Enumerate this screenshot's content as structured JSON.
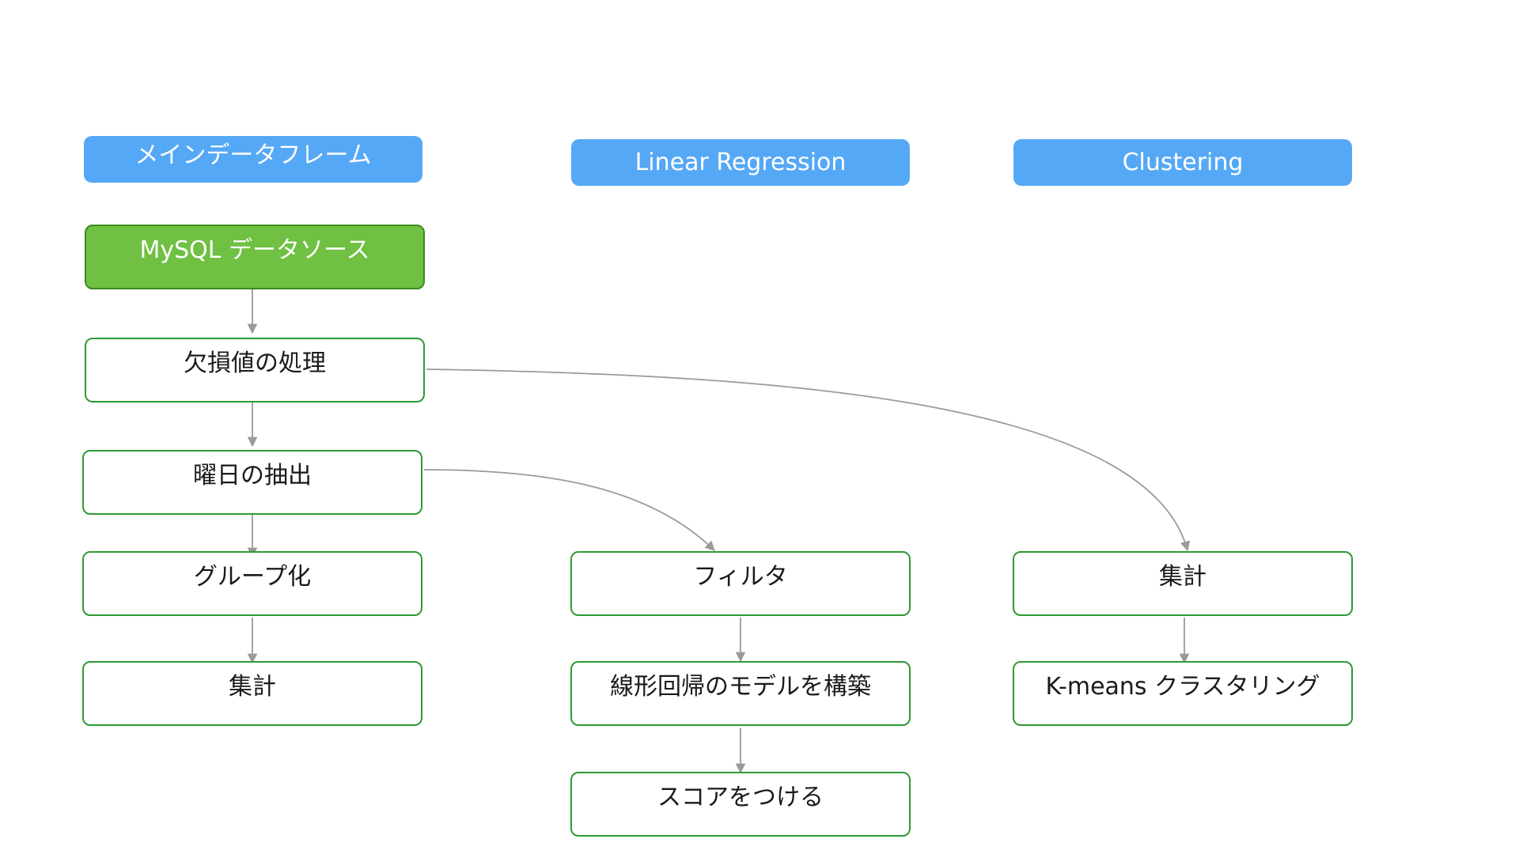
{
  "headers": {
    "main": "メインデータフレーム",
    "regression": "Linear Regression",
    "clustering": "Clustering"
  },
  "main_column": {
    "source": "MySQL データソース",
    "missing": "欠損値の処理",
    "weekday": "曜日の抽出",
    "group": "グループ化",
    "aggregate": "集計"
  },
  "regression_column": {
    "filter": "フィルタ",
    "build_model": "線形回帰のモデルを構築",
    "score": "スコアをつける"
  },
  "clustering_column": {
    "aggregate": "集計",
    "kmeans": "K-means クラスタリング"
  },
  "colors": {
    "header_fill": "#55a8f5",
    "source_fill": "#70c043",
    "node_border": "#2e9a35",
    "arrow": "#9a9a9a"
  }
}
